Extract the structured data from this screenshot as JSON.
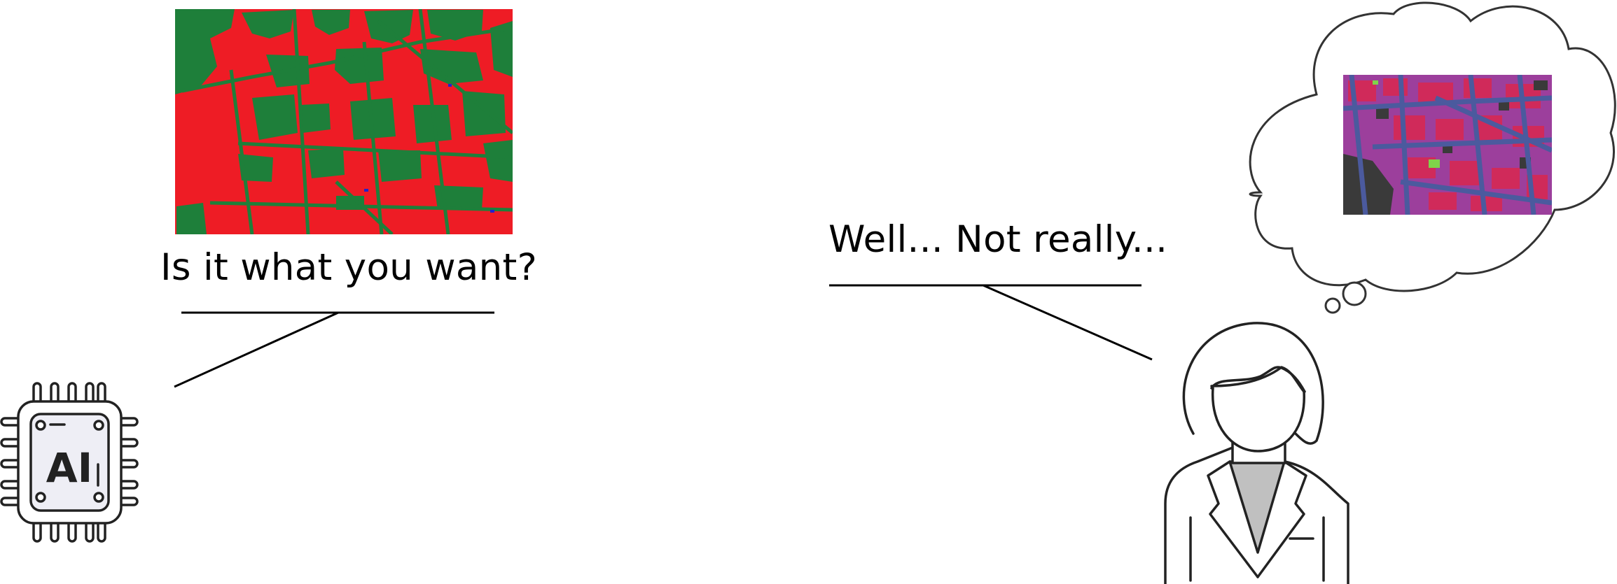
{
  "dialogue": {
    "ai_question": "Is it what you want?",
    "person_answer": "Well... Not really..."
  },
  "ai_chip": {
    "label": "AI"
  },
  "colors": {
    "prediction_background": "#ee1c25",
    "prediction_vegetation": "#1e7f3a",
    "prediction_water": "#2222cc",
    "target_roads": "#4b5a9e",
    "target_buildings": "#d02a5a",
    "target_other": "#9c3f9c",
    "target_dark": "#3a3a3a",
    "target_green": "#7fd44a",
    "chip_fill": "#eeeef5",
    "shirt_fill": "#c0c0c0",
    "outline": "#222222"
  },
  "icons": {
    "assistant": "ai-chip-icon",
    "person": "woman-avatar-icon",
    "thought": "thought-cloud-icon"
  }
}
